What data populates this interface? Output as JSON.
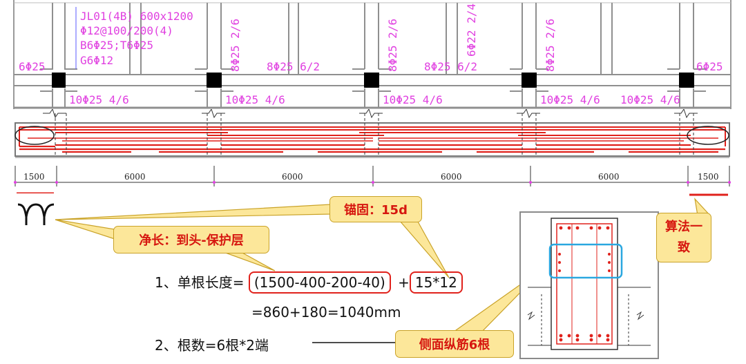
{
  "plan": {
    "beam_mark": "JL01(4B) 600x1200",
    "stirrup": "Φ12@100/200(4)",
    "bottom_top": "B6Φ25;T6Φ25",
    "side": "G6Φ12",
    "left_support": "6Φ25",
    "right_support": "6Φ25",
    "bottom_bars": [
      "10Φ25 4/6",
      "10Φ25 4/6",
      "10Φ25 4/6",
      "10Φ25 4/6",
      "10Φ25 4/6"
    ],
    "vertical_labels": [
      "8Φ25 2/6",
      "8Φ25 2/6",
      "6Φ22 2/4",
      "8Φ25 2/6"
    ],
    "mid_labels": [
      "8Φ25 6/2",
      "8Φ25 6/2"
    ]
  },
  "dimensions": [
    "1500",
    "6000",
    "6000",
    "6000",
    "6000",
    "1500"
  ],
  "callouts": {
    "anchor": "锚固：15d",
    "net_length": "净长：到头-保护层",
    "same_method": "算法一致",
    "side_bars": "侧面纵筋6根"
  },
  "formula": {
    "line1_prefix": "1、单根长度=",
    "line1_box1": "(1500-400-200-40)",
    "line1_plus": "+",
    "line1_box2": "15*12",
    "line2": "=860+180=1040mm",
    "line3": "2、根数=6根*2端"
  },
  "colors": {
    "magenta": "#e040e0",
    "red": "#e0211b",
    "callout_fill": "#fce79a",
    "highlight_blue": "#2aa7e0"
  }
}
